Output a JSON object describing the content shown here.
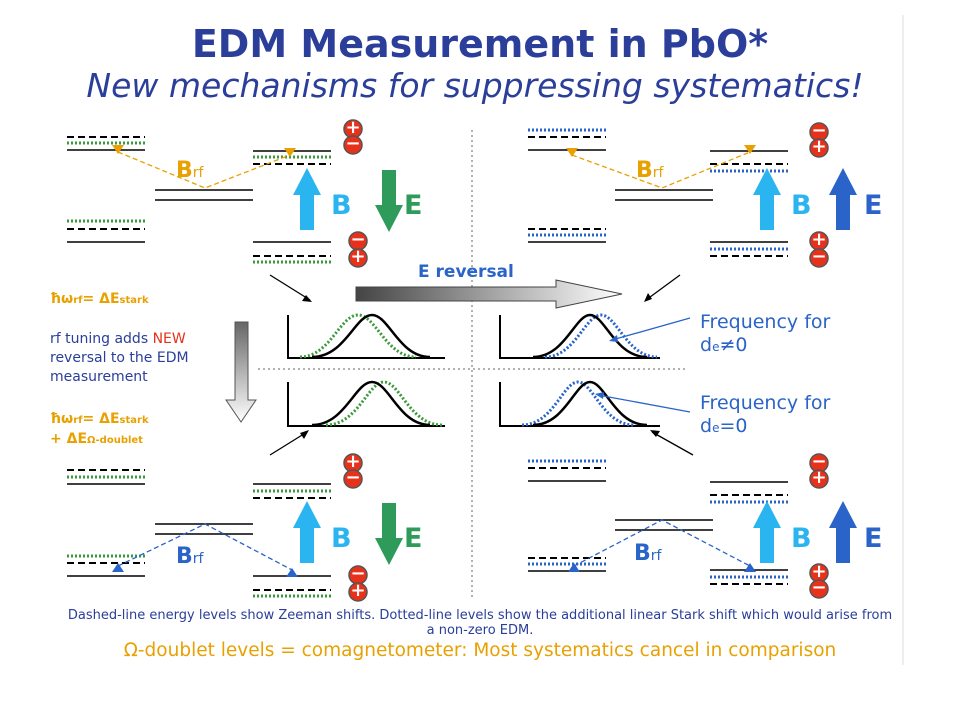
{
  "slide": {
    "title": "EDM Measurement in PbO*",
    "subtitle": "New mechanisms for suppressing systematics!"
  },
  "labels": {
    "B": "B",
    "E": "E",
    "Brf_main": "B",
    "Brf_sub": "rf",
    "plus": "+",
    "minus": "−",
    "e_reversal": "E reversal"
  },
  "side_notes": {
    "eq1_lhs": "ħω",
    "eq1_sub": "rf",
    "eq1_rhs": "= ΔE",
    "eq1_rhs_sub": "stark",
    "tuning_pre": "rf tuning adds ",
    "tuning_new": "NEW",
    "tuning_post": "reversal to the EDM measurement",
    "eq2_lhs": "ħω",
    "eq2_sub": "rf",
    "eq2_rhs": "= ΔE",
    "eq2_rhs_sub": "stark",
    "eq2_line2": "+ ΔE",
    "eq2_line2_sub": "Ω-doublet"
  },
  "frequency_labels": {
    "neq_line1": "Frequency for",
    "neq_line2_pre": "d",
    "neq_line2_sub": "e",
    "neq_line2_post": "≠0",
    "eq_line1": "Frequency for",
    "eq_line2_pre": "d",
    "eq_line2_sub": "e",
    "eq_line2_post": "=0"
  },
  "captions": {
    "line1": "Dashed-line energy levels show Zeeman shifts. Dotted-line levels show the additional linear Stark shift which would arise from",
    "line2": "a non-zero EDM.",
    "omega": "Ω-doublet levels = comagnetometer: Most systematics cancel in comparison"
  },
  "colors": {
    "title": "#2a3e9a",
    "orange": "#e8a100",
    "cyan_arrow": "#2bb5f0",
    "green_arrow": "#2e9b5a",
    "blue_arrow": "#2a64c8",
    "green_dots": "#3a9a3a",
    "blue_dots": "#2a64c8",
    "plus_red": "#e8311a"
  }
}
